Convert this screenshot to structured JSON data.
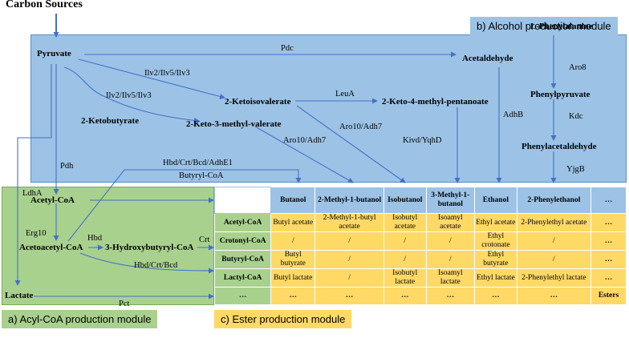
{
  "title": "Carbon Sources",
  "modules": {
    "alcohol": "b) Alcohol production module",
    "acyl": "a) Acyl-CoA production module",
    "ester": "c) Ester production module"
  },
  "metabolites": {
    "pyruvate": "Pyruvate",
    "ketobutyrate": "2-Ketobutyrate",
    "ketoisovalerate": "2-Ketoisovalerate",
    "keto3mv": "2-Keto-3-methyl-valerate",
    "keto4mp": "2-Keto-4-methyl-pentanoate",
    "acetaldehyde": "Acetaldehyde",
    "lphe": "L-Phenylalanine",
    "phenylpyruvate": "Phenylpyruvate",
    "phenylacetaldehyde": "Phenylacetaldehyde",
    "acetylcoa": "Acetyl-CoA",
    "acetoacetylcoa": "Acetoacetyl-CoA",
    "hbcoa": "3-Hydroxybutyryl-CoA",
    "lactate": "Lactate"
  },
  "enzymes": {
    "pdc": "Pdc",
    "ilv1": "Ilv2/Ilv5/Ilv3",
    "ilv2": "Ilv2/Ilv5/Ilv3",
    "leua": "LeuA",
    "aro10a": "Aro10/Adh7",
    "aro10b": "Aro10/Adh7",
    "kivd": "Kivd/YqhD",
    "adhb": "AdhB",
    "aro8": "Aro8",
    "kdc": "Kdc",
    "yjgb": "YjgB",
    "pdh": "Pdh",
    "hbdpath": "Hbd/Crt/Bcd/AdhE1",
    "butyrylcoa_flow": "Butyryl-CoA",
    "ldha": "LdhA",
    "erg10": "Erg10",
    "hbd": "Hbd",
    "crt": "Crt",
    "hbdcrtbcd": "Hbd/Crt/Bcd",
    "pct": "Pct"
  },
  "table": {
    "columns": [
      "Butanol",
      "2-Methyl-1-butanol",
      "Isobutanol",
      "3-Methyl-1-butanol",
      "Ethanol",
      "2-Phenylethanol",
      "…"
    ],
    "rows": [
      {
        "head": "Acetyl-CoA",
        "cells": [
          "Butyl acetate",
          "2-Methyl-1-butyl acetate",
          "Isobutyl acetate",
          "Isoamyl acetate",
          "Ethyl acetate",
          "2-Phenylethyl acetate",
          "…"
        ]
      },
      {
        "head": "Crotonyl-CoA",
        "cells": [
          "/",
          "/",
          "/",
          "/",
          "Ethyl crotonate",
          "/",
          "…"
        ]
      },
      {
        "head": "Butyryl-CoA",
        "cells": [
          "Butyl butyrate",
          "/",
          "/",
          "/",
          "Ethyl butyrate",
          "/",
          "…"
        ]
      },
      {
        "head": "Lactyl-CoA",
        "cells": [
          "Butyl lactate",
          "/",
          "Isobutyl lactate",
          "Isoamyl lactate",
          "Ethyl lactate",
          "2-Phenylethyl lactate",
          "…"
        ]
      },
      {
        "head": "…",
        "cells": [
          "…",
          "…",
          "…",
          "…",
          "…",
          "…",
          "Esters"
        ]
      }
    ]
  },
  "colors": {
    "alcohol_module": "#9cc3e6",
    "acyl_module": "#a9d18e",
    "ester_module": "#ffd966",
    "arrow": "#4472c4"
  }
}
